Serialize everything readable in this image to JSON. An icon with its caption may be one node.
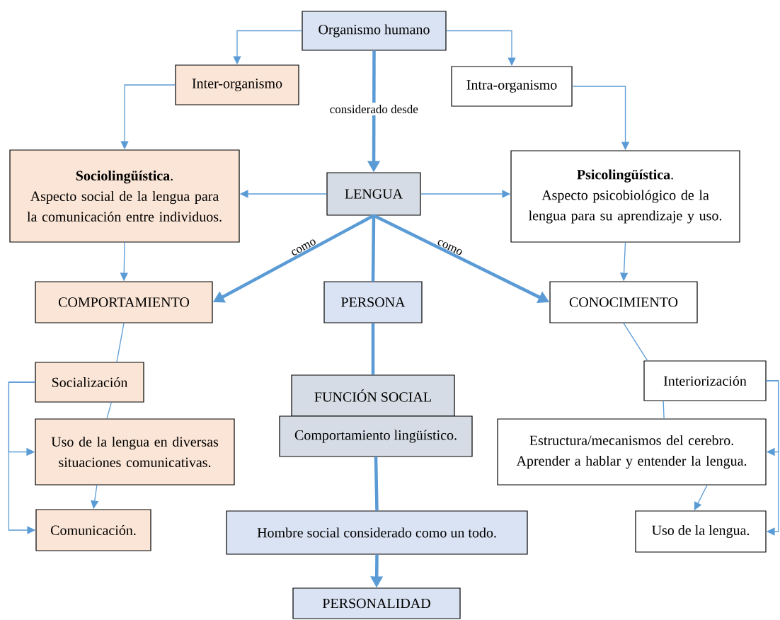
{
  "diagram": {
    "nodes": [
      {
        "text": [
          "Organismo humano"
        ]
      },
      {
        "text": [
          "Inter-organismo"
        ]
      },
      {
        "text": [
          "Intra-organismo"
        ]
      },
      {
        "text": [
          "LENGUA"
        ]
      },
      {
        "text": [
          "**Sociolingüística**.",
          "Aspecto social de la lengua para la comunicación entre individuos."
        ]
      },
      {
        "text": [
          "**Psicolingüística**.",
          "Aspecto psicobiológico de la lengua para su aprendizaje y uso."
        ]
      },
      {
        "text": [
          "COMPORTAMIENTO"
        ]
      },
      {
        "text": [
          "PERSONA"
        ]
      },
      {
        "text": [
          "CONOCIMIENTO"
        ]
      },
      {
        "text": [
          "Socialización"
        ]
      },
      {
        "text": [
          "FUNCIÓN SOCIAL"
        ]
      },
      {
        "text": [
          "Interiorización"
        ]
      },
      {
        "text": [
          "Uso de la lengua en diversas situaciones comunicativas."
        ]
      },
      {
        "text": [
          "Comportamiento lingüístico."
        ]
      },
      {
        "text": [
          "Estructura/mecanismos del cerebro. Aprender a hablar y entender la lengua."
        ]
      },
      {
        "text": [
          "Comunicación."
        ]
      },
      {
        "text": [
          "Hombre social considerado como un todo."
        ]
      },
      {
        "text": [
          "Uso de la lengua."
        ]
      },
      {
        "text": [
          "PERSONALIDAD"
        ]
      }
    ],
    "edges": [
      {
        "from": 0,
        "to": 1,
        "arrow": "to"
      },
      {
        "from": 0,
        "to": 2,
        "arrow": "to"
      },
      {
        "from": 0,
        "to": 3,
        "arrow": "to",
        "label": "considerado desde",
        "style": "thick"
      },
      {
        "from": 1,
        "to": 4,
        "arrow": "to"
      },
      {
        "from": 2,
        "to": 5,
        "arrow": "to"
      },
      {
        "from": 3,
        "to": 4,
        "arrow": "to"
      },
      {
        "from": 3,
        "to": 5,
        "arrow": "to"
      },
      {
        "from": 3,
        "to": 6,
        "arrow": "to",
        "label": "como",
        "style": "thick"
      },
      {
        "from": 3,
        "to": 7,
        "arrow": "none",
        "style": "thick"
      },
      {
        "from": 3,
        "to": 8,
        "arrow": "to",
        "label": "como",
        "style": "thick"
      },
      {
        "from": 4,
        "to": 6,
        "arrow": "to"
      },
      {
        "from": 5,
        "to": 8,
        "arrow": "to"
      },
      {
        "from": 6,
        "to": 9,
        "arrow": "none"
      },
      {
        "from": 9,
        "to": 12,
        "arrow": "none"
      },
      {
        "from": 12,
        "to": 15,
        "arrow": "to"
      },
      {
        "from": 9,
        "to": 12,
        "arrow": "to"
      },
      {
        "from": 9,
        "to": 15,
        "arrow": "to"
      },
      {
        "from": 8,
        "to": 11,
        "arrow": "none"
      },
      {
        "from": 11,
        "to": 14,
        "arrow": "none"
      },
      {
        "from": 14,
        "to": 17,
        "arrow": "to"
      },
      {
        "from": 11,
        "to": 14,
        "arrow": "to"
      },
      {
        "from": 11,
        "to": 17,
        "arrow": "to"
      },
      {
        "from": 7,
        "to": 10,
        "arrow": "none",
        "style": "thick"
      },
      {
        "from": 13,
        "to": 16,
        "arrow": "none",
        "style": "thick"
      },
      {
        "from": 16,
        "to": 18,
        "arrow": "to",
        "style": "thick"
      }
    ]
  }
}
